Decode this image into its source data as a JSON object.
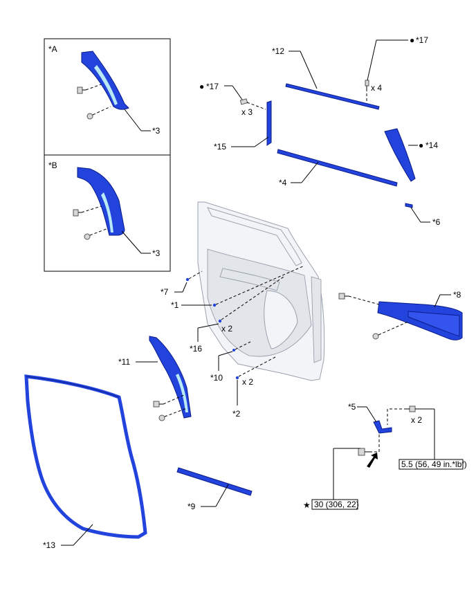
{
  "insets": {
    "a": {
      "label": "*A",
      "part": "*3"
    },
    "b": {
      "label": "*B",
      "part": "*3"
    }
  },
  "callouts": {
    "p1": "*1",
    "p2": "*2",
    "p4": "*4",
    "p5": "*5",
    "p6": "*6",
    "p7": "*7",
    "p8": "*8",
    "p9": "*9",
    "p10": "*10",
    "p11": "*11",
    "p12": "*12",
    "p13": "*13",
    "p14": "*14",
    "p15": "*15",
    "p16": "*16",
    "p17a": "*17",
    "p17b": "*17"
  },
  "quantities": {
    "q17a": "x 4",
    "q17b": "x 3",
    "q16": "x 2",
    "q2": "x 2",
    "q5": "x 2"
  },
  "torques": {
    "t5": "5.5 (56, 49 in.*lbf)",
    "t_star": "30 (306, 22)"
  },
  "symbols": {
    "dot": "●",
    "star": "★"
  },
  "colors": {
    "part_blue": "#2244dd",
    "part_highlight": "#b9e8f7",
    "door_gray": "#f3f4f7"
  }
}
